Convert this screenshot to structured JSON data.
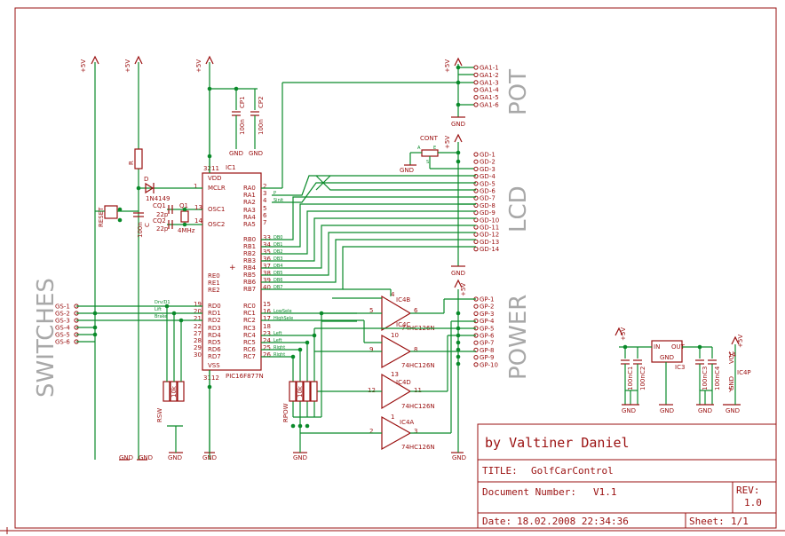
{
  "titleblock": {
    "author": "by Valtiner Daniel",
    "title_label": "TITLE:",
    "title_value": "GolfCarControl",
    "docnum_label": "Document Number:",
    "docnum_value": "V1.1",
    "rev_label": "REV:",
    "rev_value": "1.0",
    "date_label": "Date:",
    "date_value": "18.02.2008 22:34:36",
    "sheet_label": "Sheet:",
    "sheet_value": "1/1"
  },
  "sections": {
    "pot": "POT",
    "lcd": "LCD",
    "power": "POWER",
    "switches": "SWITCHES"
  },
  "mcu": {
    "name": "IC1",
    "part": "PIC16F877N",
    "left_labels": [
      "VDD",
      "MCLR",
      "OSC1",
      "OSC2",
      "RE0",
      "RE1",
      "RE2",
      "RD0",
      "RD1",
      "RD2",
      "RD3",
      "RD4",
      "RD5",
      "RD6",
      "RD7",
      "VSS"
    ],
    "right_labels": [
      "RA0",
      "RA1",
      "RA2",
      "RA3",
      "RA4",
      "RA5",
      "RB0",
      "RB1",
      "RB2",
      "RB3",
      "RB4",
      "RB5",
      "RB6",
      "RB7",
      "RC0",
      "RC1",
      "RC2",
      "RC3",
      "RC4",
      "RC5",
      "RC6",
      "RC7"
    ],
    "left_pins": [
      "32",
      "1",
      "13",
      "14",
      "",
      "",
      "",
      "19",
      "20",
      "21",
      "22",
      "27",
      "28",
      "29",
      "30",
      "31"
    ],
    "left_pins2": [
      "11",
      "",
      "",
      "",
      "",
      "",
      "",
      "",
      "",
      "",
      "",
      "",
      "",
      "",
      "",
      "12"
    ],
    "right_pins": [
      "2",
      "3",
      "4",
      "5",
      "6",
      "7",
      "33",
      "34",
      "35",
      "36",
      "37",
      "38",
      "39",
      "40",
      "15",
      "16",
      "17",
      "18",
      "23",
      "24",
      "25",
      "26"
    ],
    "right_nets": [
      "",
      "P",
      "Sinit",
      "",
      "",
      "",
      "DB0",
      "DB1",
      "DB2",
      "DB3",
      "DB4",
      "DB5",
      "DB6",
      "DB7",
      "",
      "LowSele",
      "HighSele",
      "",
      "Left",
      "Left",
      "Right",
      "Right"
    ],
    "left_nets": [
      "Drv/D1",
      "Lift",
      "Brake"
    ]
  },
  "connectors": {
    "ga": [
      "GA1-1",
      "GA1-2",
      "GA1-3",
      "GA1-4",
      "GA1-5",
      "GA1-6"
    ],
    "gd": [
      "GD-1",
      "GD-2",
      "GD-3",
      "GD-4",
      "GD-5",
      "GD-6",
      "GD-7",
      "GD-8",
      "GD-9",
      "GD-10",
      "GD-11",
      "GD-12",
      "GD-13",
      "GD-14"
    ],
    "gp": [
      "GP-1",
      "GP-2",
      "GP-3",
      "GP-4",
      "GP-5",
      "GP-6",
      "GP-7",
      "GP-8",
      "GP-9",
      "GP-10"
    ],
    "gs": [
      "GS-1",
      "GS-2",
      "GS-3",
      "GS-4",
      "GS-5",
      "GS-6"
    ]
  },
  "supplies": {
    "plus5v": "+5V",
    "vcc": "VCC",
    "gnd": "GND"
  },
  "parts": {
    "reset": "RESET",
    "r1": "R",
    "d1": "D",
    "d1_val": "1N4149",
    "c1": "C",
    "c1_val": "100n",
    "cq1": "CQ1",
    "cq2": "CQ2",
    "cq_val": "22p",
    "q1": "Q1",
    "q1_val": "4MHz",
    "cp1": "CP1",
    "cp2": "CP2",
    "cp_val": "100n",
    "cont": "CONT",
    "cont_pins": [
      "A",
      "S",
      "E"
    ],
    "ic3": "IC3",
    "ic3_pins": [
      "IN",
      "OUT",
      "GND"
    ],
    "ic4b": "IC4B",
    "ic4c": "IC4C",
    "ic4d": "IC4D",
    "ic4a": "IC4A",
    "ic4_part": "74HC126N",
    "ic4p": "IC4P",
    "c_reg": [
      "C1",
      "C2",
      "C3",
      "C4"
    ],
    "c_reg_val": "100n",
    "rsw": "RSW",
    "rsw_val": "10k",
    "rpow": "RPOW",
    "rpow_val": "10k",
    "op_pins": {
      "b": [
        "5",
        "6",
        "4"
      ],
      "c": [
        "9",
        "8",
        "10"
      ],
      "d": [
        "12",
        "11",
        "13"
      ],
      "a": [
        "2",
        "3",
        "1"
      ]
    },
    "ic4p_pins": [
      "14",
      "7"
    ]
  }
}
